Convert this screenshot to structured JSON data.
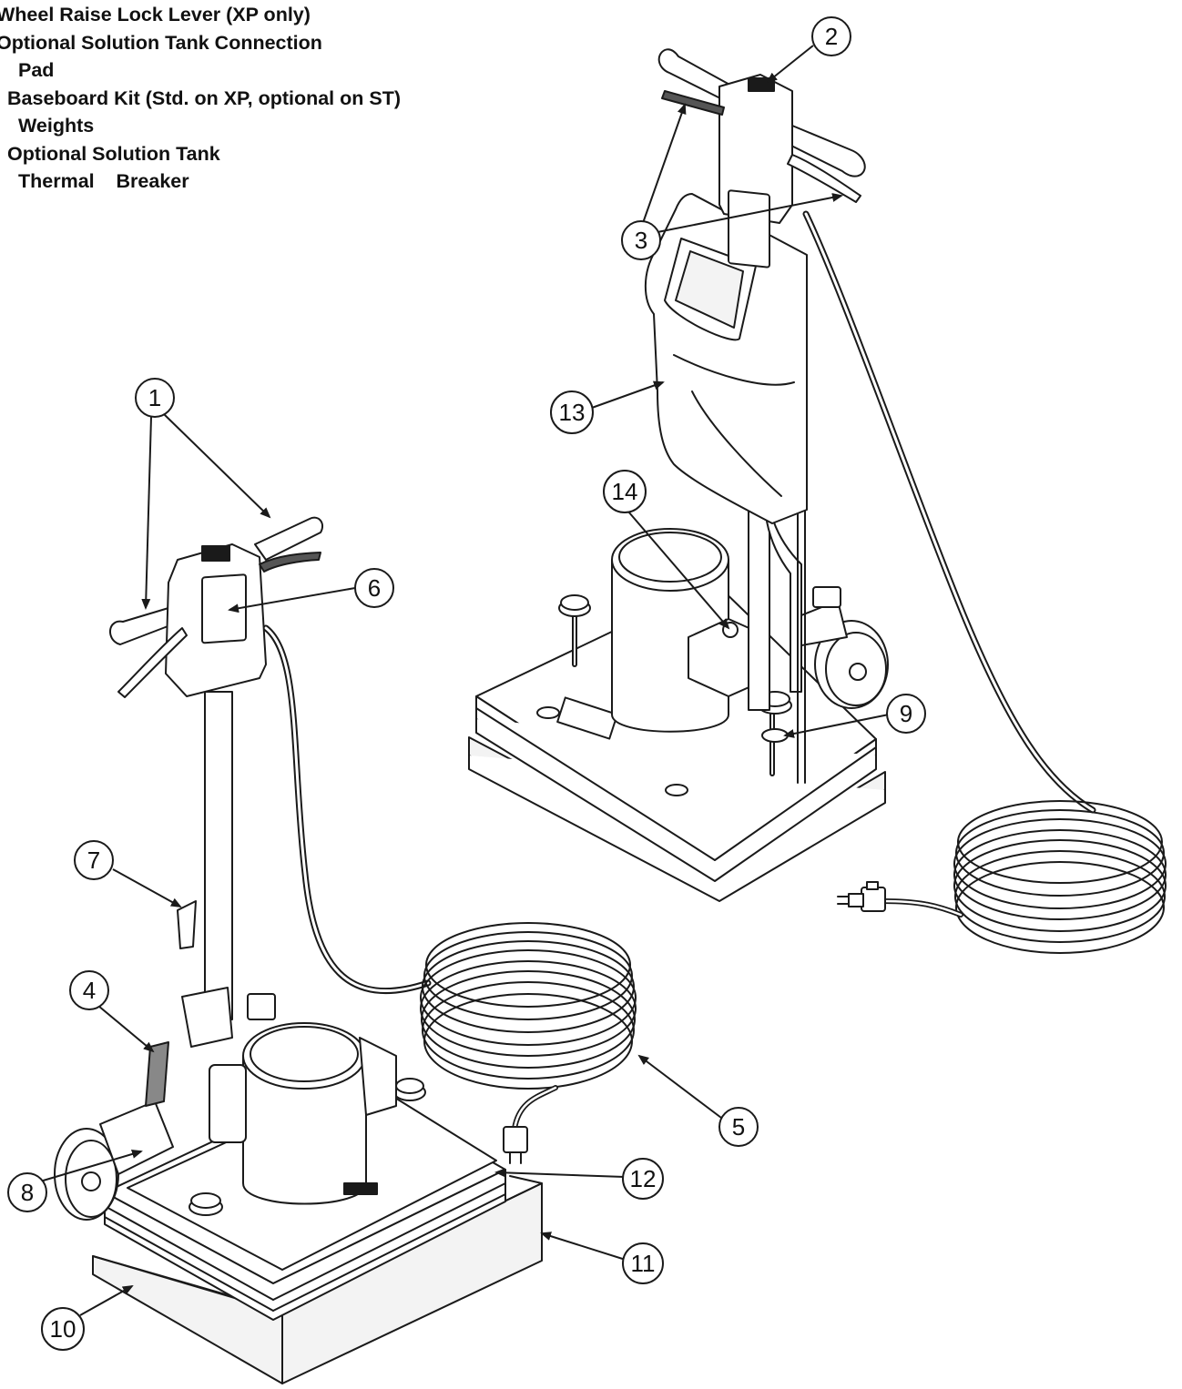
{
  "legend": {
    "items": [
      {
        "text": "Wheel Raise Lock Lever (XP only)"
      },
      {
        "text": "Optional Solution Tank Connection"
      },
      {
        "text": "Pad"
      },
      {
        "text": "Baseboard Kit (Std. on XP, optional on ST)"
      },
      {
        "text": "Weights"
      },
      {
        "text": "Optional Solution Tank"
      },
      {
        "text": "Thermal    Breaker"
      }
    ]
  },
  "callouts": [
    "1",
    "2",
    "3",
    "4",
    "5",
    "6",
    "7",
    "8",
    "9",
    "10",
    "11",
    "12",
    "13",
    "14"
  ],
  "colors": {
    "line": "#1a1a1a",
    "surface": "#ffffff",
    "shadow": "#e6e6e6",
    "pad": "#f3f3f3"
  }
}
